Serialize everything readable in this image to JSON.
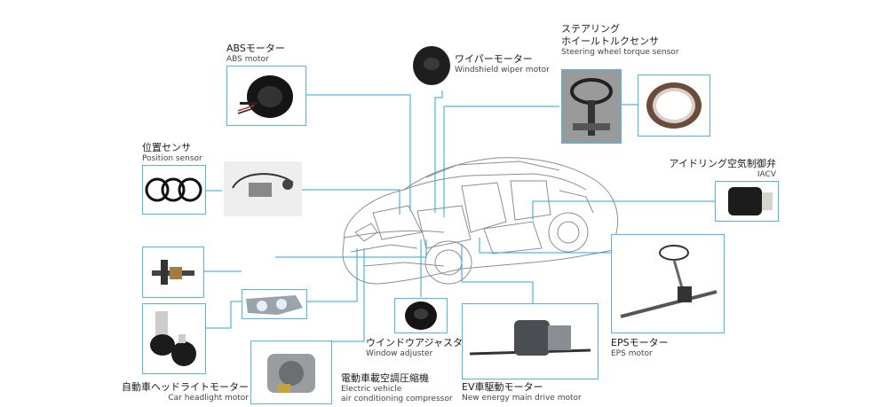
{
  "components": {
    "abs_motor": {
      "jp": "ABSモーター",
      "en": "ABS motor"
    },
    "wiper_motor": {
      "jp": "ワイパーモーター",
      "en": "Windshield wiper motor"
    },
    "steering_sensor": {
      "jp1": "ステアリング",
      "jp2": "ホイールトルクセンサ",
      "en": "Steering wheel torque sensor"
    },
    "position_sensor": {
      "jp": "位置センサ",
      "en": "Position sensor"
    },
    "iacv": {
      "jp": "アイドリング空気制御弁",
      "en": "IACV"
    },
    "headlight_motor": {
      "jp": "自動車ヘッドライトモーター",
      "en": "Car headlight motor"
    },
    "ac_compressor": {
      "jp": "電動車載空調圧縮機",
      "en1": "Electric vehicle",
      "en2": "air conditioning compressor"
    },
    "window_adjuster": {
      "jp": "ウインドウアジャスタ",
      "en": "Window adjuster"
    },
    "ev_drive_motor": {
      "jp": "EV車駆動モーター",
      "en": "New energy main drive motor"
    },
    "eps_motor": {
      "jp": "EPSモーター",
      "en": "EPS motor"
    }
  },
  "colors": {
    "leader": "#2aa7de",
    "box": "#4fb8e6",
    "car": "#8a8f96"
  }
}
